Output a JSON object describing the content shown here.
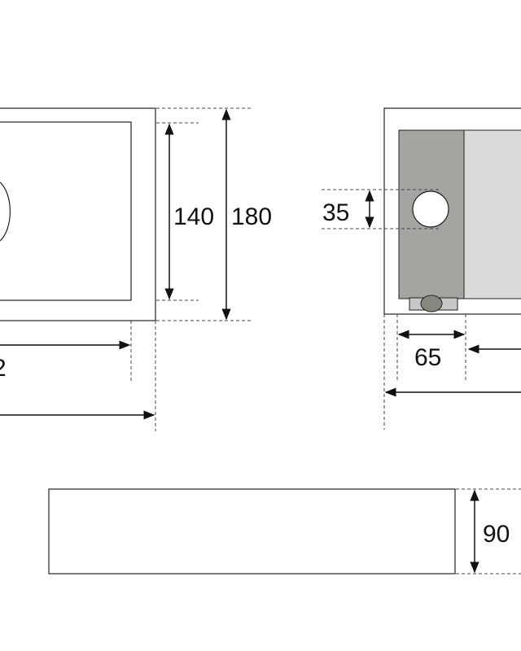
{
  "dimensions": {
    "inner_height": "140",
    "outer_height": "180",
    "partial_width": "2",
    "hole_size": "35",
    "hole_offset": "65",
    "depth": "90"
  },
  "colors": {
    "line": "#222222",
    "dark_panel": "#a4a4a0",
    "light_panel": "#d9d9d9",
    "background": "#ffffff",
    "drain_fill": "#c8c8c8",
    "drain_knob": "#888880"
  }
}
